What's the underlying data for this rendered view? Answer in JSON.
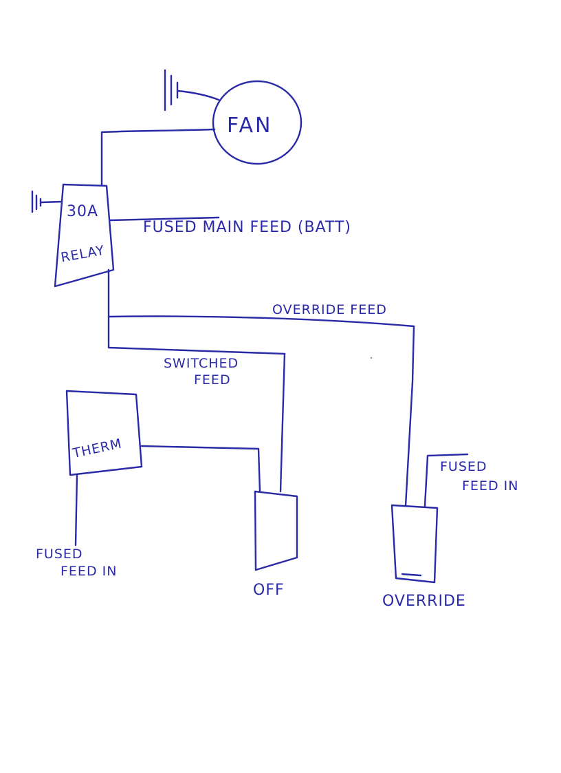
{
  "diagram": {
    "ink_color": "#2a2aa8",
    "paper_color": "#ffffff",
    "components": {
      "fan": "FAN",
      "relay_line1": "30A",
      "relay_line2": "RELAY",
      "therm": "THERM",
      "off_switch": "OFF",
      "override_switch": "OVERRIDE"
    },
    "wires": {
      "main_feed": "FUSED MAIN FEED (BATT)",
      "override_feed": "OVERRIDE FEED",
      "switched_feed_line1": "SWITCHED",
      "switched_feed_line2": "FEED",
      "therm_feed_line1": "FUSED",
      "therm_feed_line2": "FEED IN",
      "override_in_line1": "FUSED",
      "override_in_line2": "FEED IN"
    }
  }
}
